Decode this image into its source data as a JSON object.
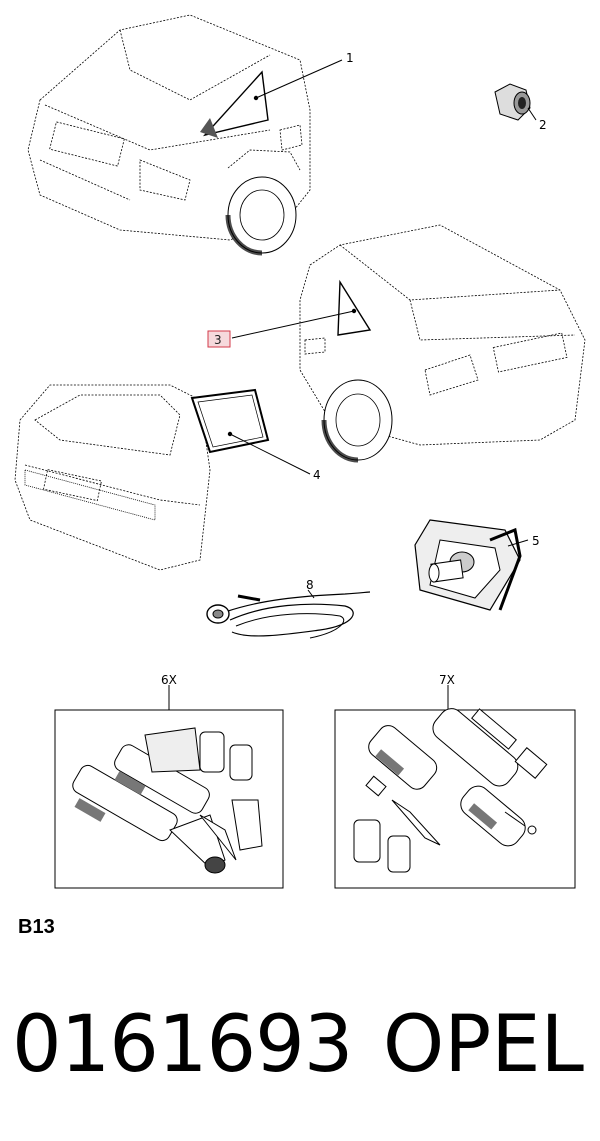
{
  "callouts": [
    "1",
    "2",
    "3",
    "4",
    "5",
    "6X",
    "7X",
    "8"
  ],
  "highlighted_callout": "3",
  "section_label": "B13",
  "part_number": "0161693",
  "brand": "OPEL",
  "colors": {
    "highlight_fill": "#f6d9dc",
    "highlight_stroke": "#d33a4a",
    "line_art": "#000000"
  }
}
